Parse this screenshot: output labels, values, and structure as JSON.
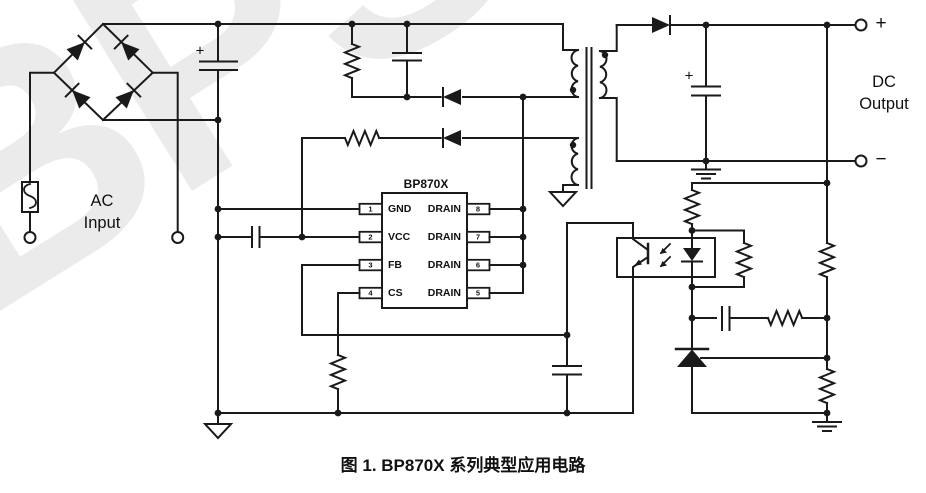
{
  "watermark_text": "BPS",
  "caption": "图 1. BP870X 系列典型应用电路",
  "labels": {
    "ac_line1": "AC",
    "ac_line2": "Input",
    "dc_line1": "DC",
    "dc_line2": "Output",
    "terminal_plus": "+",
    "terminal_minus": "−",
    "bulk_cap_polarity": "+",
    "output_cap_polarity": "+"
  },
  "ic": {
    "name": "BP870X",
    "left_pins": [
      {
        "num": "1",
        "label": "GND"
      },
      {
        "num": "2",
        "label": "VCC"
      },
      {
        "num": "3",
        "label": "FB"
      },
      {
        "num": "4",
        "label": "CS"
      }
    ],
    "right_pins": [
      {
        "num": "8",
        "label": "DRAIN"
      },
      {
        "num": "7",
        "label": "DRAIN"
      },
      {
        "num": "6",
        "label": "DRAIN"
      },
      {
        "num": "5",
        "label": "DRAIN"
      }
    ]
  },
  "colors": {
    "line": "#1a1a1a",
    "text": "#111111",
    "watermark": "#ebebeb",
    "background": "#ffffff"
  }
}
